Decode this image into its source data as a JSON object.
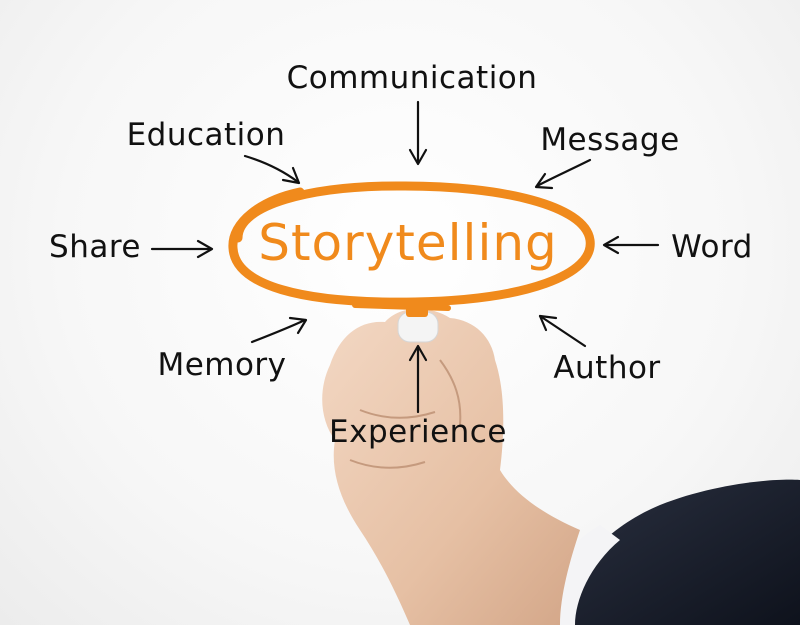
{
  "center": {
    "label": "Storytelling",
    "color": "#f08a1c"
  },
  "concepts": {
    "communication": "Communication",
    "education": "Education",
    "message": "Message",
    "share": "Share",
    "word": "Word",
    "memory": "Memory",
    "author": "Author",
    "experience": "Experience"
  },
  "colors": {
    "ink": "#111111",
    "suit": "#1c2233",
    "skin": "#e8c4a8"
  }
}
